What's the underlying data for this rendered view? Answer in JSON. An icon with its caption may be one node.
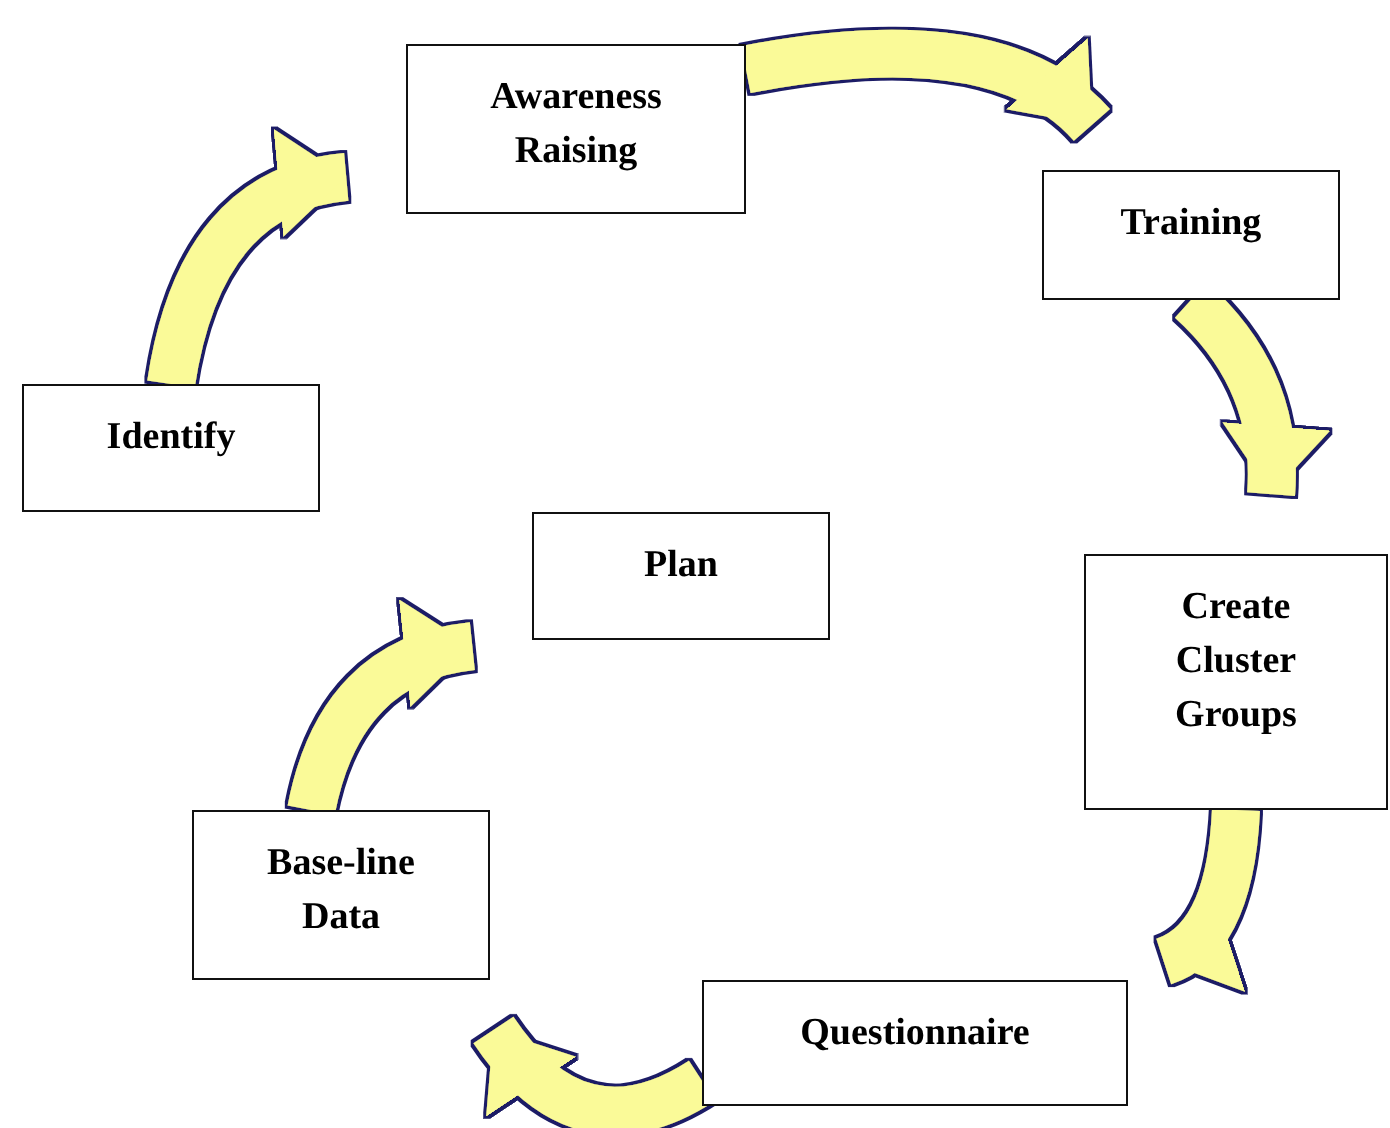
{
  "diagram": {
    "nodes": [
      {
        "text": [
          "Awareness Raising"
        ]
      },
      {
        "text": [
          "Training"
        ]
      },
      {
        "text": [
          "Create Cluster Groups"
        ]
      },
      {
        "text": [
          "Questionnaire"
        ]
      },
      {
        "text": [
          "Base-line Data"
        ]
      },
      {
        "text": [
          "Plan"
        ]
      },
      {
        "text": [
          "Identify"
        ]
      }
    ],
    "edges": [
      {
        "from": 6,
        "to": 0,
        "arrow": "to"
      },
      {
        "from": 0,
        "to": 1,
        "arrow": "to"
      },
      {
        "from": 1,
        "to": 2,
        "arrow": "to"
      },
      {
        "from": 2,
        "to": 3,
        "arrow": "to"
      },
      {
        "from": 3,
        "to": 4,
        "arrow": "to"
      },
      {
        "from": 4,
        "to": 5,
        "arrow": "to"
      }
    ]
  }
}
